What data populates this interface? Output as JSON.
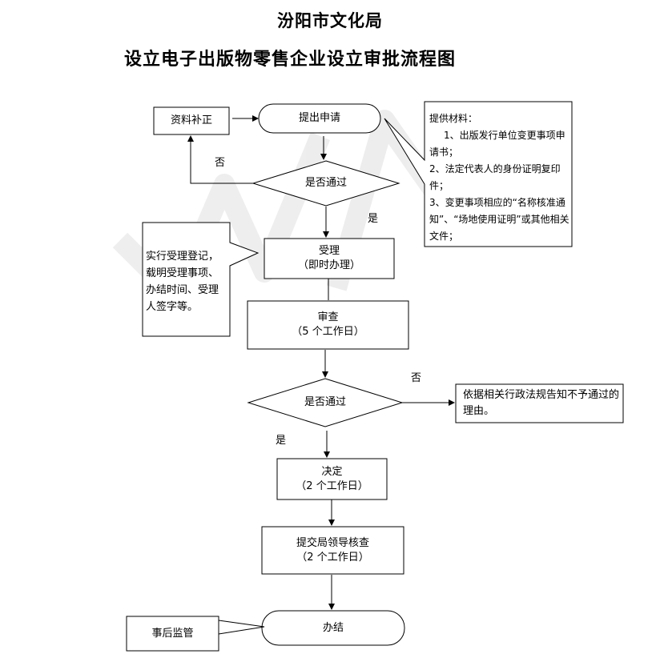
{
  "title": "汾阳市文化局",
  "subtitle": "设立电子出版物零售企业设立审批流程图",
  "nodes": {
    "apply": "提出申请",
    "correction": "资料补正",
    "decision1": "是否通过",
    "accept": {
      "line1": "受理",
      "line2": "（即时办理）"
    },
    "review": {
      "line1": "审查",
      "line2": "（5 个工作日）"
    },
    "decision2": "是否通过",
    "decide": {
      "line1": "决定",
      "line2": "（2 个工作日）"
    },
    "leader": {
      "line1": "提交局领导核查",
      "line2": "（2  个工作日）"
    },
    "finish": "办结",
    "supervise": "事后监管",
    "refuse": "依据相关行政法规告知不予通过的理由。"
  },
  "notes": {
    "materials": {
      "head": "提供材料：",
      "item1": "1、出版发行单位变更事项申请书；",
      "item2": "2、法定代表人的身份证明复印件；",
      "item3": "3、变更事项相应的“名称核准通知”、“场地使用证明”或其他相关文件；"
    },
    "accept_note": "实行受理登记，载明受理事项、办结时间、受理人签字等。"
  },
  "labels": {
    "no1": "否",
    "yes1": "是",
    "no2": "否",
    "yes2": "是"
  },
  "colors": {
    "line": "#000000",
    "watermark": "#e8e8e8"
  }
}
